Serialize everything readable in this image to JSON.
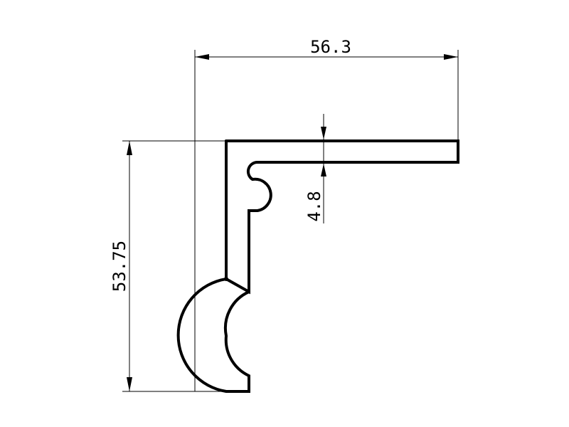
{
  "drawing": {
    "dimensions": {
      "width": "56.3",
      "height": "53.75",
      "thickness": "4.8"
    }
  }
}
